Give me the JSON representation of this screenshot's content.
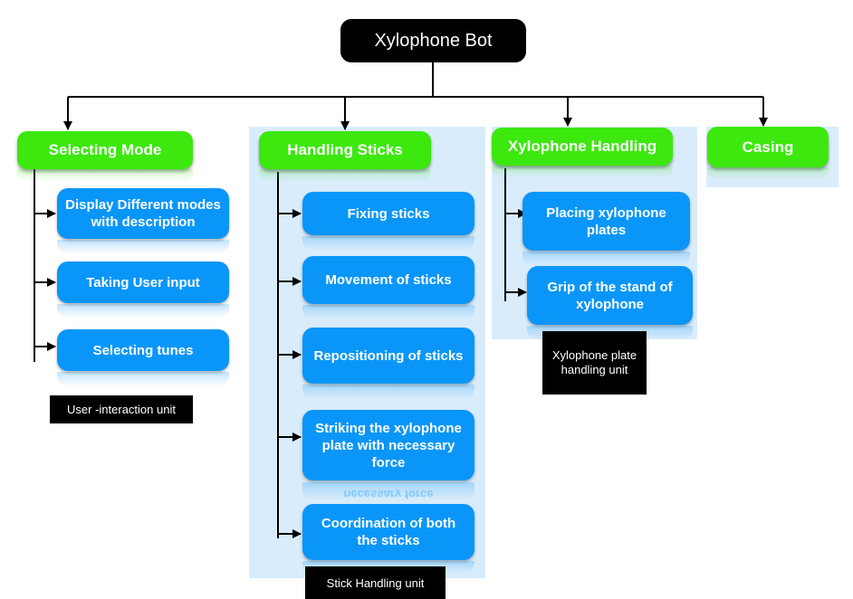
{
  "root": {
    "label": "Xylophone Bot"
  },
  "branches": [
    {
      "label": "Selecting Mode",
      "items": [
        "Display Different modes with description",
        "Taking User input",
        "Selecting tunes"
      ],
      "caption": "User -interaction unit"
    },
    {
      "label": "Handling Sticks",
      "items": [
        "Fixing sticks",
        "Movement of sticks",
        "Repositioning of sticks",
        "Striking the xylophone plate with necessary force",
        "Coordination of both the sticks"
      ],
      "caption": "Stick Handling unit",
      "reflection_text": "necessary force"
    },
    {
      "label": "Xylophone Handling",
      "items": [
        "Placing xylophone plates",
        "Grip of the stand of xylophone"
      ],
      "caption": "Xylophone plate handling unit"
    },
    {
      "label": "Casing",
      "items": [],
      "caption": ""
    }
  ],
  "colors": {
    "root": "#000000",
    "branch_header": "#3ce80e",
    "item": "#0a96f8",
    "panel": "#d9ecfb",
    "caption": "#000000"
  }
}
